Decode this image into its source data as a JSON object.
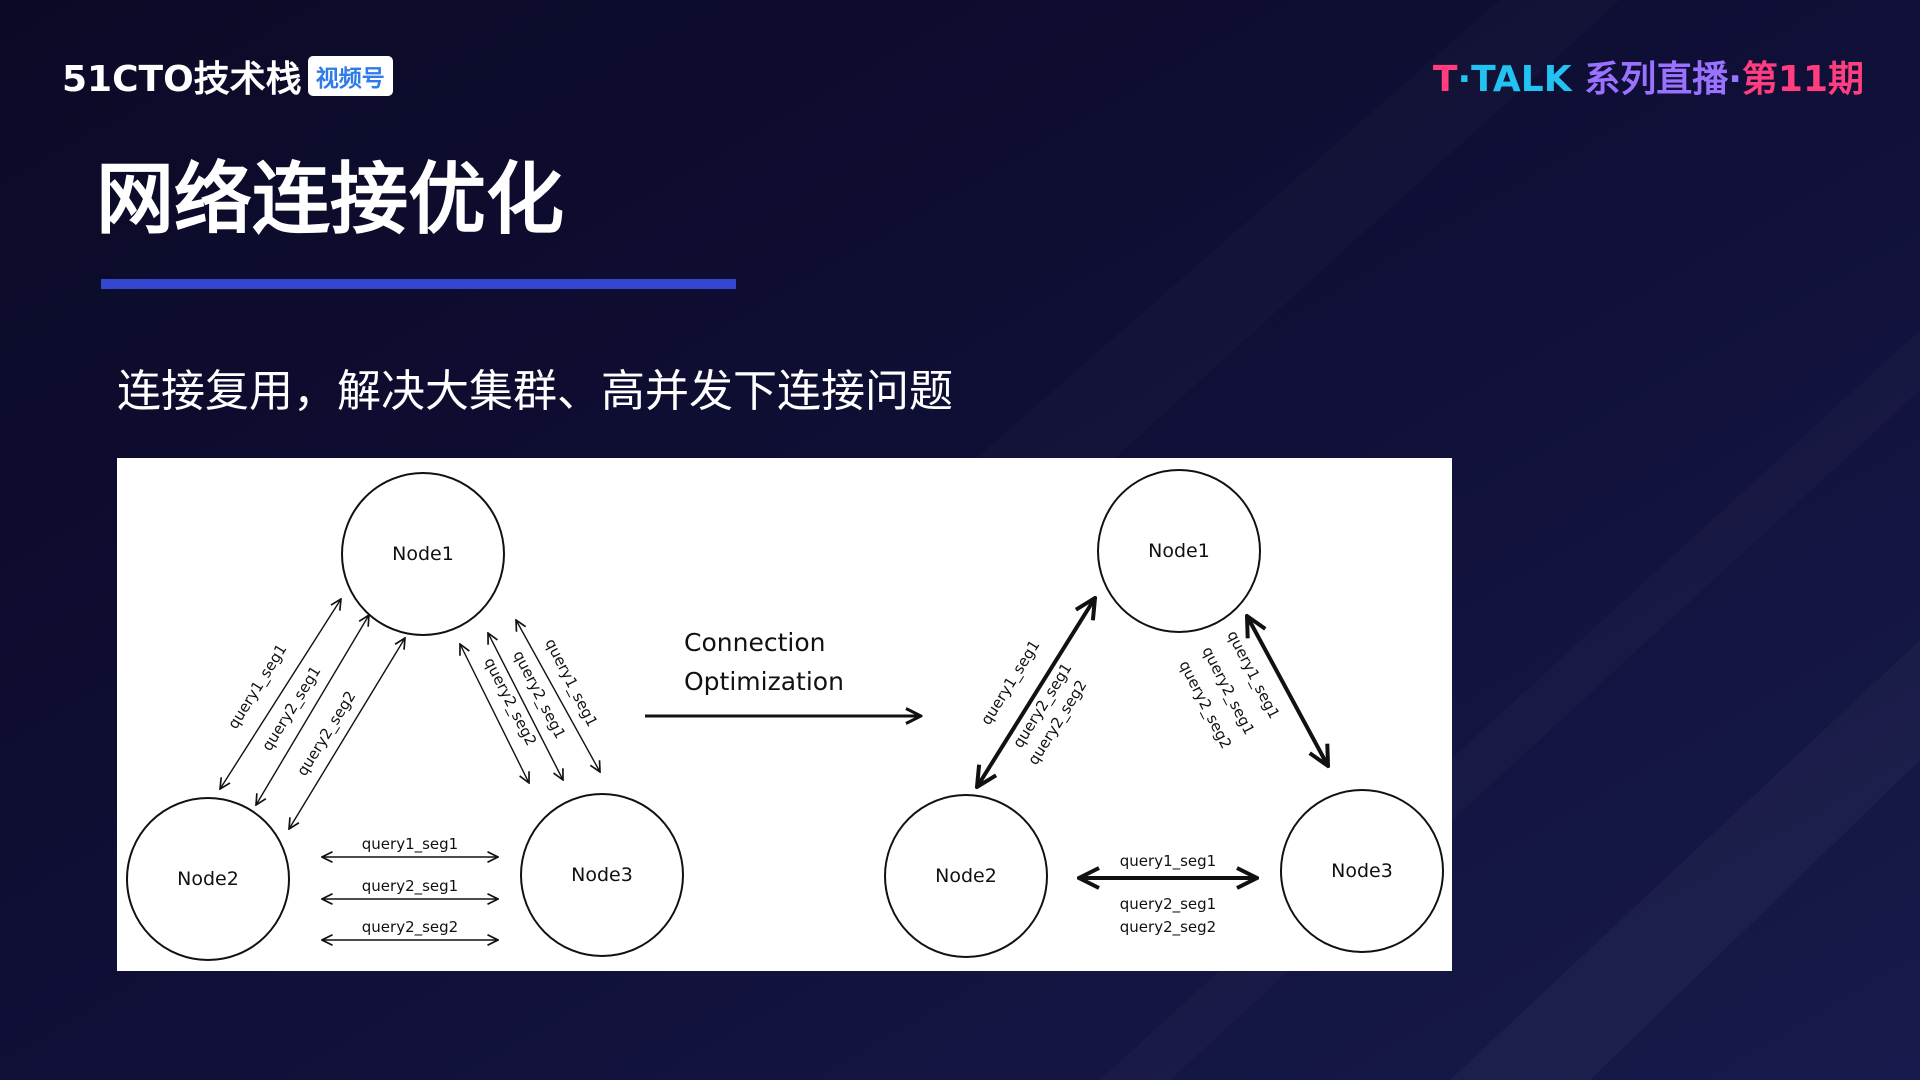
{
  "header": {
    "brand_name": "51CTO技术栈",
    "brand_badge": "视频号",
    "series": {
      "t_mark": "T",
      "dot1": "·",
      "talk": "TALK",
      "live": "系列直播",
      "dot2": "·",
      "episode": "第11期"
    }
  },
  "slide": {
    "title": "网络连接优化",
    "subtitle": "连接复用，解决大集群、高并发下连接问题"
  },
  "diagram": {
    "before": {
      "nodes": [
        "Node1",
        "Node2",
        "Node3"
      ],
      "edge_node1_node2": [
        "query1_seg1",
        "query2_seg1",
        "query2_seg2"
      ],
      "edge_node1_node3": [
        "query1_seg1",
        "query2_seg1",
        "query2_seg2"
      ],
      "edge_node2_node3": [
        "query1_seg1",
        "query2_seg1",
        "query2_seg2"
      ]
    },
    "transition": {
      "line1": "Connection",
      "line2": "Optimization"
    },
    "after": {
      "nodes": [
        "Node1",
        "Node2",
        "Node3"
      ],
      "edge_node1_node2": [
        "query1_seg1",
        "query2_seg1",
        "query2_seg2"
      ],
      "edge_node1_node3": [
        "query1_seg1",
        "query2_seg1",
        "query2_seg2"
      ],
      "edge_node2_node3": [
        "query1_seg1",
        "query2_seg1",
        "query2_seg2"
      ]
    }
  },
  "colors": {
    "title_underline": "#3547d1",
    "brand_badge_text": "#2f7be8",
    "talk_cyan": "#22c3f2",
    "talk_purple": "#9a72ff",
    "talk_pink": "#ff3d7f"
  }
}
